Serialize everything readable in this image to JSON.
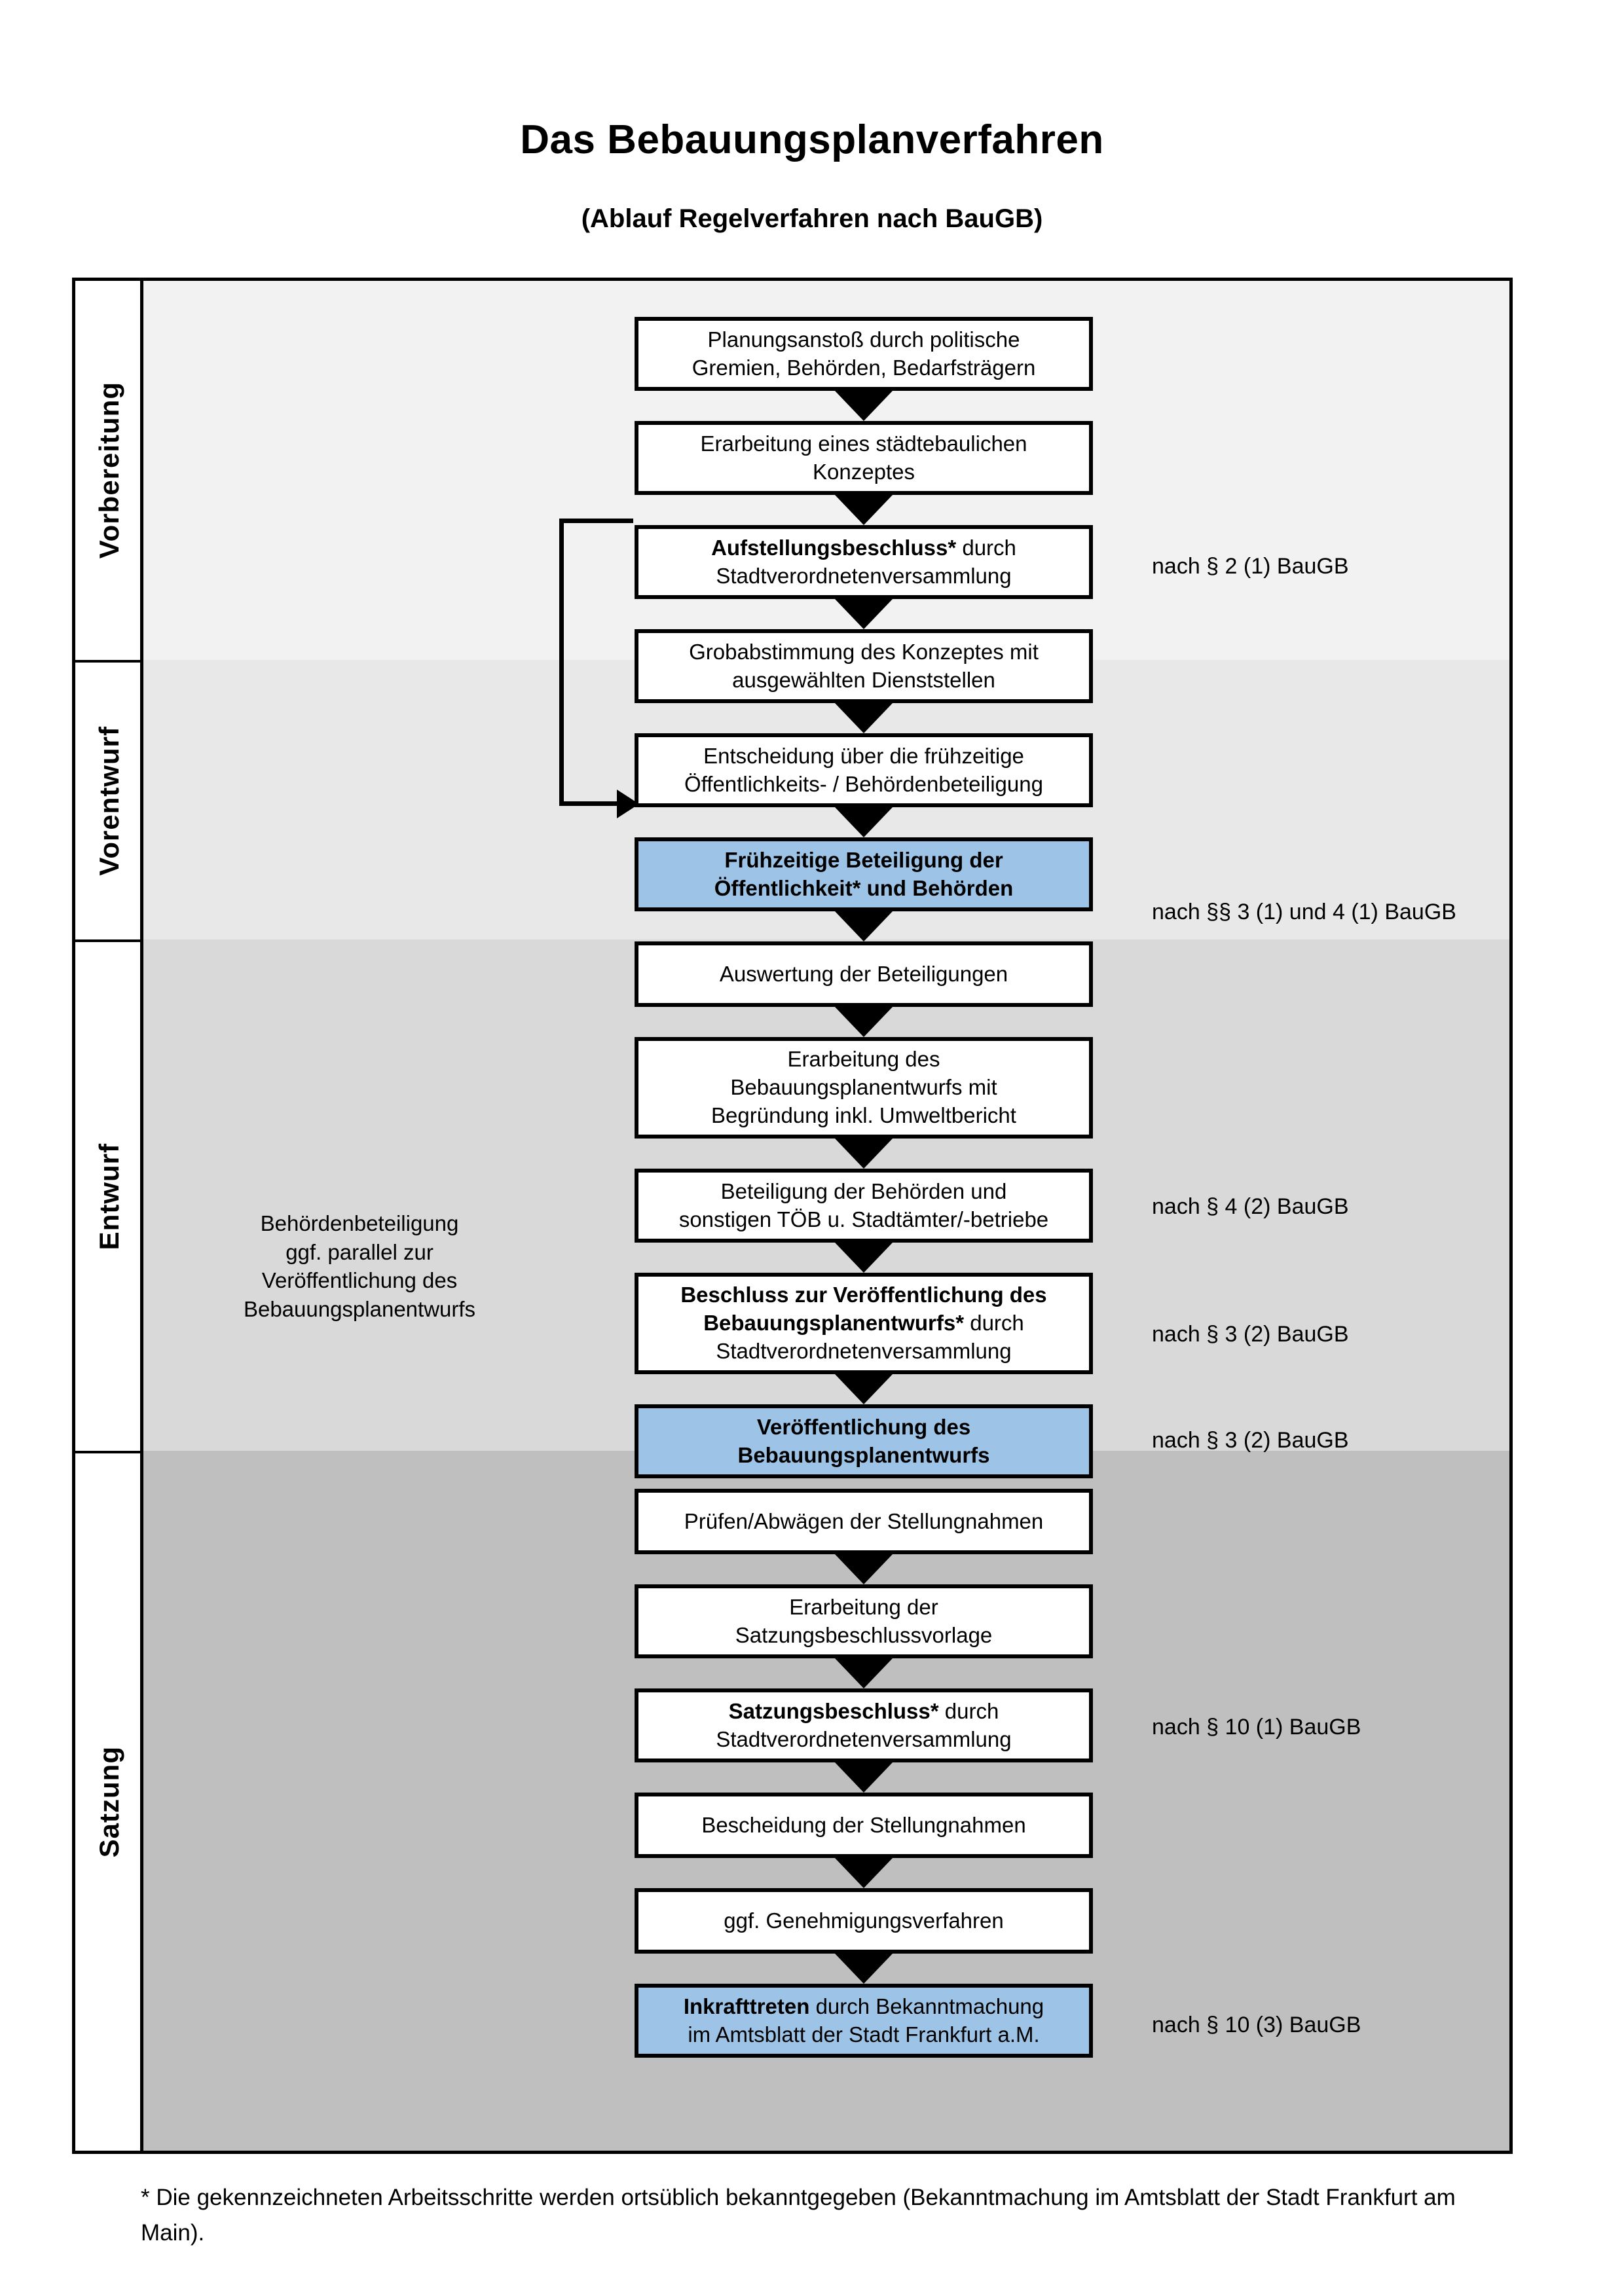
{
  "title": "Das Bebauungsplanverfahren",
  "subtitle": "(Ablauf Regelverfahren nach BauGB)",
  "phases": [
    {
      "label": "Vorbereitung"
    },
    {
      "label": "Vorentwurf"
    },
    {
      "label": "Entwurf"
    },
    {
      "label": "Satzung"
    }
  ],
  "steps": [
    {
      "line1": "Planungsanstoß durch politische",
      "line2": "Gremien, Behörden, Bedarfsträgern",
      "bold1": "",
      "blue": false
    },
    {
      "line1": "Erarbeitung eines städtebaulichen",
      "line2": "Konzeptes",
      "bold1": "",
      "blue": false
    },
    {
      "line1": "",
      "line2": "Stadtverordnetenversammlung",
      "bold1": "Aufstellungsbeschluss*",
      "rest1": " durch",
      "blue": false
    },
    {
      "line1": "Grobabstimmung des Konzeptes mit",
      "line2": "ausgewählten Dienststellen",
      "bold1": "",
      "blue": false
    },
    {
      "line1": "Entscheidung über die frühzeitige",
      "line2": "Öffentlichkeits- / Behördenbeteiligung",
      "bold1": "",
      "blue": false
    },
    {
      "line1": "Frühzeitige Beteiligung der",
      "line2": "Öffentlichkeit* und Behörden",
      "bold1": "",
      "blue": true
    },
    {
      "line1": "Auswertung der Beteiligungen",
      "line2": "",
      "bold1": "",
      "blue": false
    },
    {
      "line1": "Erarbeitung des",
      "line2": "Bebauungsplanentwurfs mit",
      "line3": "Begründung inkl. Umweltbericht",
      "blue": false
    },
    {
      "line1": "Beteiligung der Behörden und",
      "line2": "sonstigen TÖB u. Stadtämter/-betriebe",
      "bold1": "",
      "blue": false
    },
    {
      "line1": "Beschluss zur Veröffentlichung des",
      "line2": "Bebauungsplanentwurfs*",
      "rest2": " durch",
      "line3": "Stadtverordnetenversammlung",
      "blue": false
    },
    {
      "line1": "Veröffentlichung des",
      "line2": "Bebauungsplanentwurfs",
      "bold1": "",
      "blue": true
    },
    {
      "line1": "Prüfen/Abwägen der Stellungnahmen",
      "line2": "",
      "bold1": "",
      "blue": false
    },
    {
      "line1": "Erarbeitung der",
      "line2": "Satzungsbeschlussvorlage",
      "bold1": "",
      "blue": false
    },
    {
      "line1": "",
      "line2": "Stadtverordnetenversammlung",
      "bold1": "Satzungsbeschluss*",
      "rest1": " durch",
      "blue": false
    },
    {
      "line1": "Bescheidung der Stellungnahmen",
      "line2": "",
      "bold1": "",
      "blue": false
    },
    {
      "line1": "ggf. Genehmigungsverfahren",
      "line2": "",
      "bold1": "",
      "blue": false
    },
    {
      "line1": "",
      "line2": "im Amtsblatt der Stadt Frankfurt a.M.",
      "bold1": "Inkrafttreten",
      "rest1": " durch Bekanntmachung",
      "blue": true
    }
  ],
  "references": [
    {
      "text": "nach § 2 (1) BauGB"
    },
    {
      "text": "nach §§ 3 (1) und 4 (1) BauGB"
    },
    {
      "text": "nach § 4 (2) BauGB"
    },
    {
      "text": "nach § 3 (2) BauGB"
    },
    {
      "text": "nach § 3 (2) BauGB"
    },
    {
      "text": "nach § 10 (1) BauGB"
    },
    {
      "text": "nach § 10 (3) BauGB"
    }
  ],
  "sidenote": {
    "line1": "Behördenbeteiligung",
    "line2": "ggf. parallel zur",
    "line3": "Veröffentlichung des",
    "line4": "Bebauungsplanentwurfs"
  },
  "footnote": "* Die gekennzeichneten Arbeitsschritte werden ortsüblich bekanntgegeben (Bekanntmachung im Amtsblatt  der Stadt Frankfurt am Main).",
  "colors": {
    "highlight_blue": "#9DC3E6",
    "band_vorbereitung": "#F2F2F2",
    "band_vorentwurf": "#E8E8E8",
    "band_entwurf": "#D9D9D9",
    "band_satzung": "#BFBFBF"
  }
}
